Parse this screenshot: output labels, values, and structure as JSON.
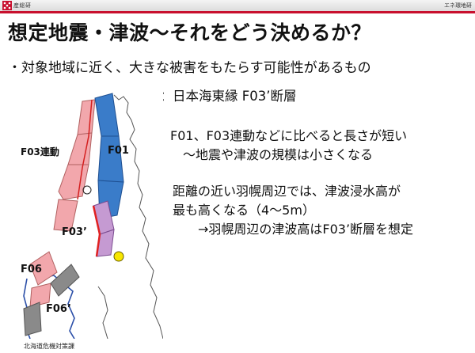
{
  "header": {
    "logo_text": "産総研",
    "org_right": "エネ環地研"
  },
  "slide": {
    "title": "想定地震・津波～それをどう決めるか？",
    "bullet": "・対象地域に近く、大きな被害をもたらす可能性があるもの",
    "example": "例：日本海東縁 F03’断層",
    "para1": [
      "F01、F03連動などに比べると長さが短い",
      "　～地震や津波の規模は小さくなる"
    ],
    "para2": [
      "距離の近い羽幌周辺では、津波浸水高が",
      "最も高くなる（4～5m）",
      "　　→羽幌周辺の津波高はF03’断層を想定"
    ]
  },
  "map": {
    "labels": {
      "f03_rendo": "F03連動",
      "f01": "F01",
      "f03p": "F03’",
      "f06_top": "F06",
      "f06_bottom": "F06’"
    },
    "credit": "北海道危機対策課"
  },
  "colors": {
    "accent_red": "#c8102e",
    "fault_blue": "#3a7cc9",
    "fault_pink": "#f2a7ac",
    "fault_purple": "#c59ad2",
    "fault_gray": "#8a8a8a",
    "marker_yellow": "#f7e600"
  }
}
